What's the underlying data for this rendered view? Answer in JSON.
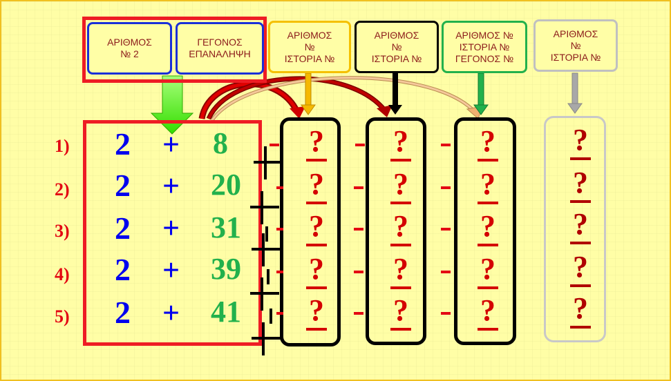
{
  "headers": {
    "h1": "ΑΡΙΘΜΟΣ\n№ 2",
    "h2": "ΓΕΓΟΝΟΣ\nΕΠΑΝΑΛΗΨΗ",
    "h3": "ΑΡΙΘΜΟΣ\n№\nΙΣΤΟΡΙΑ №",
    "h4": "ΑΡΙΘΜΟΣ\n№\nΙΣΤΟΡΙΑ №",
    "h5": "ΑΡΙΘΜΟΣ №\nΙΣΤΟΡΙΑ №\nΓΕΓΟΝΟΣ №",
    "h6": "ΑΡΙΘΜΟΣ\n№\nΙΣΤΟΡΙΑ №"
  },
  "rows": [
    {
      "label": "1)",
      "a": "2",
      "op": "+",
      "b": "8"
    },
    {
      "label": "2)",
      "a": "2",
      "op": "+",
      "b": "20"
    },
    {
      "label": "3)",
      "a": "2",
      "op": "+",
      "b": "31"
    },
    {
      "label": "4)",
      "a": "2",
      "op": "+",
      "b": "39"
    },
    {
      "label": "5)",
      "a": "2",
      "op": "+",
      "b": "41"
    }
  ],
  "unknown": "?",
  "colors": {
    "red": "#ee1c24",
    "blue": "#0000ee",
    "green": "#22b14c",
    "orange": "#f5b800",
    "lightgreen": "#22b14c",
    "gray": "#c0c0c0"
  }
}
